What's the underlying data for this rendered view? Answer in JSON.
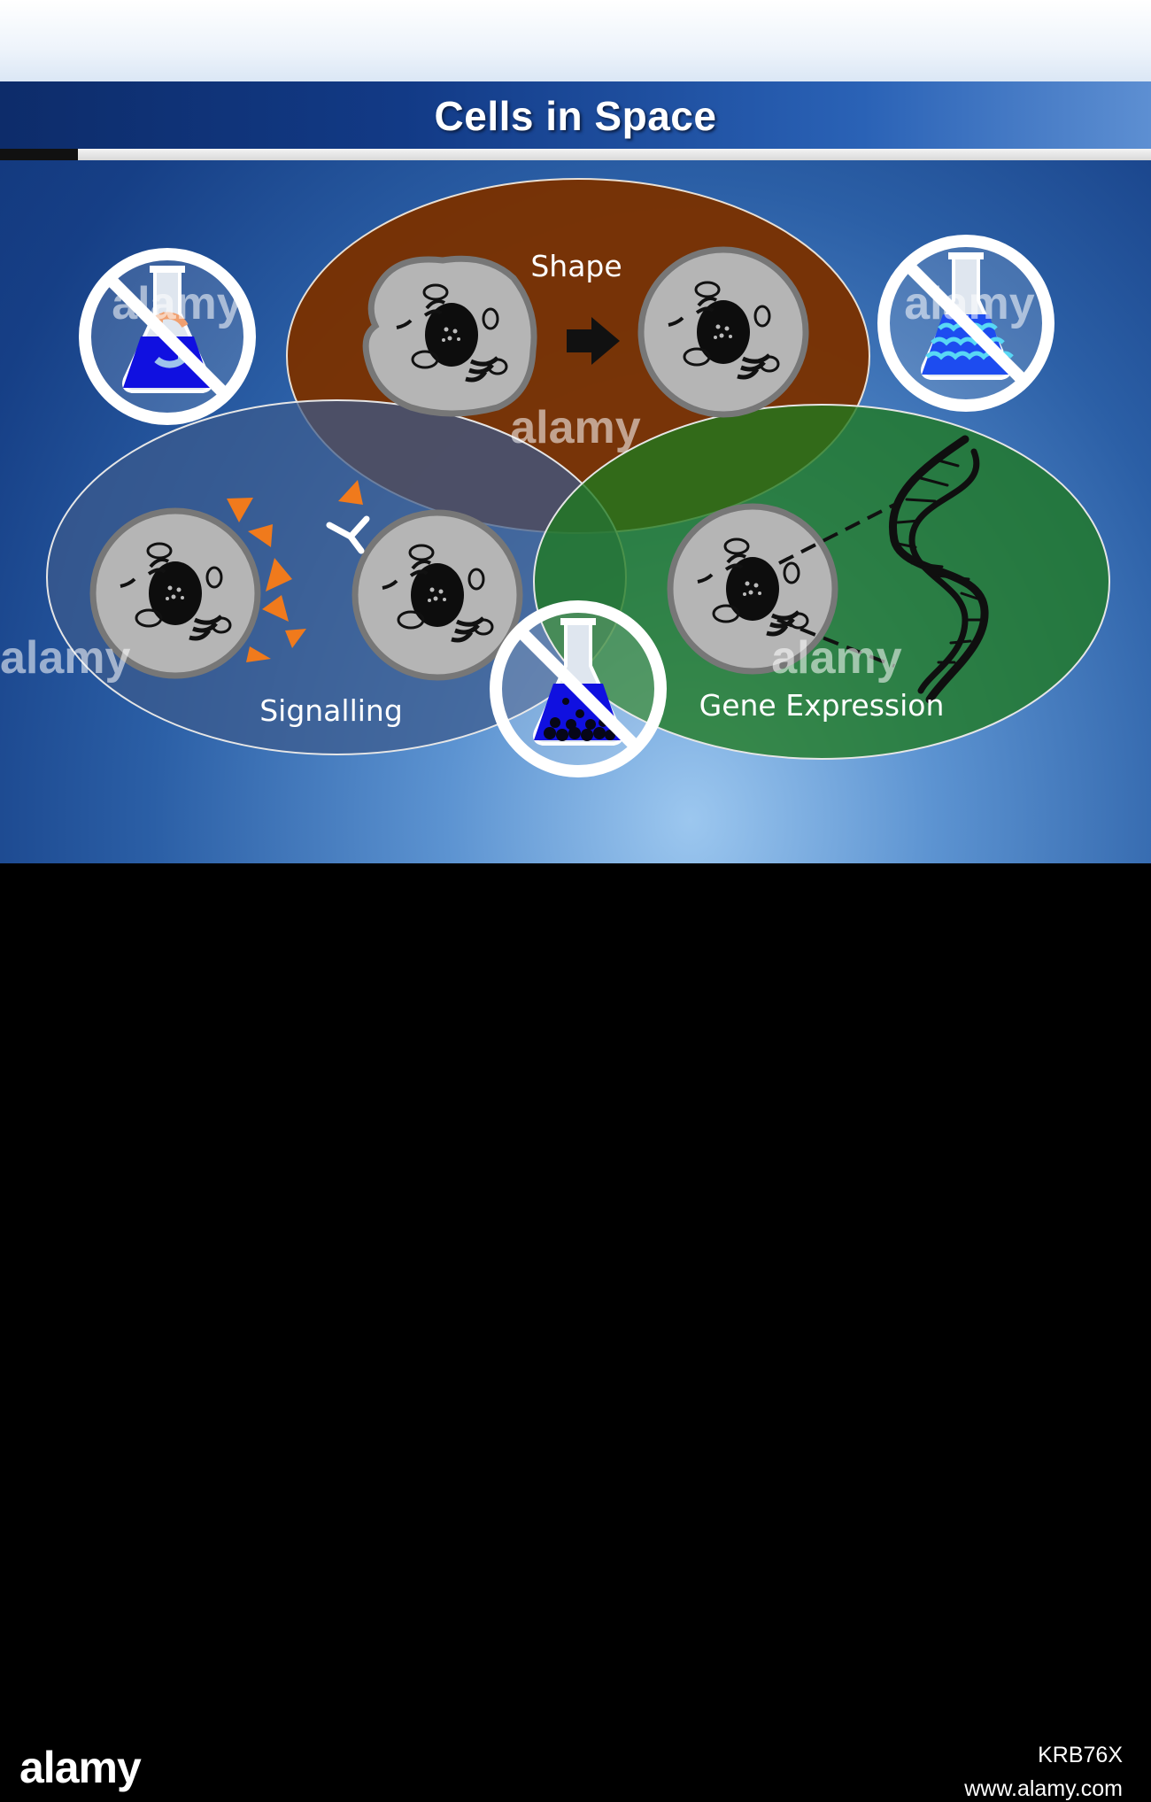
{
  "slide": {
    "title": "Cells in Space"
  },
  "regions": {
    "shape": {
      "label": "Shape",
      "color": "#7a3100"
    },
    "signalling": {
      "label": "Signalling",
      "color": "#2c4c7c"
    },
    "gene_expression": {
      "label": "Gene Expression",
      "color": "#1f7a1f"
    }
  },
  "colors": {
    "flask_liquid": "#1010e0",
    "signal_triangle": "#f07a1c",
    "cell_body": "#b5b5b5",
    "cell_border": "#777777"
  },
  "icons": [
    "no-convection-flask-icon",
    "no-sedimentation-flask-icon",
    "no-buoyancy-flask-icon",
    "dna-helix-icon",
    "arrow-right-icon",
    "receptor-icon"
  ],
  "watermark": {
    "mark": "alamy",
    "image_id": "KRB76X",
    "site": "www.alamy.com"
  }
}
